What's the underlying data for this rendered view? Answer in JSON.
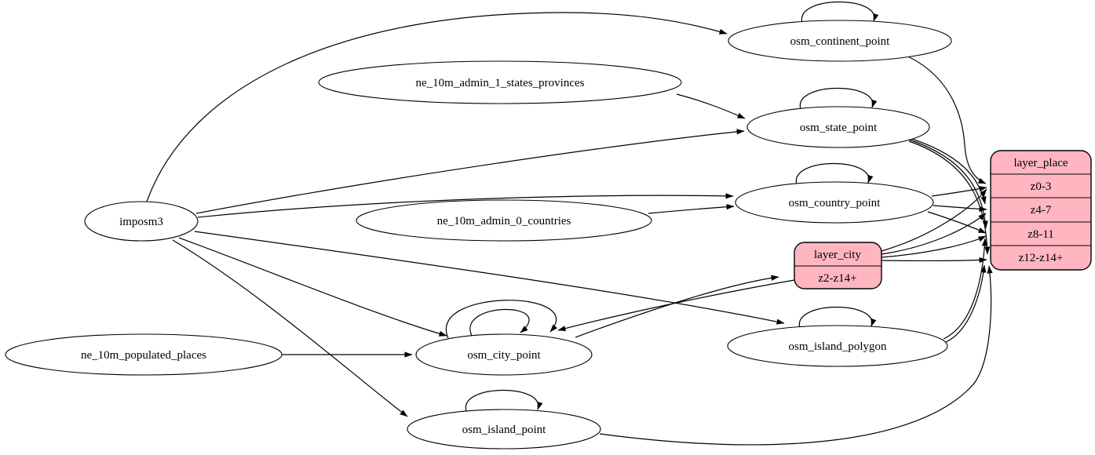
{
  "diagram": {
    "type": "etl-dependency-graph",
    "background_color": "#ffffff",
    "edge_color": "#000000",
    "record_fill_color": "#ffb6c1",
    "nodes": {
      "imposm3": {
        "label": "imposm3",
        "shape": "ellipse"
      },
      "ne_10m_admin_1_states_provinces": {
        "label": "ne_10m_admin_1_states_provinces",
        "shape": "ellipse"
      },
      "ne_10m_admin_0_countries": {
        "label": "ne_10m_admin_0_countries",
        "shape": "ellipse"
      },
      "ne_10m_populated_places": {
        "label": "ne_10m_populated_places",
        "shape": "ellipse"
      },
      "osm_continent_point": {
        "label": "osm_continent_point",
        "shape": "ellipse",
        "self_loops": 1
      },
      "osm_state_point": {
        "label": "osm_state_point",
        "shape": "ellipse",
        "self_loops": 1
      },
      "osm_country_point": {
        "label": "osm_country_point",
        "shape": "ellipse",
        "self_loops": 1
      },
      "osm_city_point": {
        "label": "osm_city_point",
        "shape": "ellipse",
        "self_loops": 2
      },
      "osm_island_polygon": {
        "label": "osm_island_polygon",
        "shape": "ellipse",
        "self_loops": 1
      },
      "osm_island_point": {
        "label": "osm_island_point",
        "shape": "ellipse",
        "self_loops": 1
      }
    },
    "records": {
      "layer_place": {
        "title": "layer_place",
        "rows": [
          "z0-3",
          "z4-7",
          "z8-11",
          "z12-z14+"
        ]
      },
      "layer_city": {
        "title": "layer_city",
        "rows": [
          "z2-z14+"
        ]
      }
    },
    "edges": [
      {
        "from": "imposm3",
        "to": "osm_continent_point"
      },
      {
        "from": "imposm3",
        "to": "osm_state_point"
      },
      {
        "from": "imposm3",
        "to": "osm_country_point"
      },
      {
        "from": "imposm3",
        "to": "osm_city_point"
      },
      {
        "from": "imposm3",
        "to": "osm_island_polygon"
      },
      {
        "from": "imposm3",
        "to": "osm_island_point"
      },
      {
        "from": "ne_10m_admin_1_states_provinces",
        "to": "osm_state_point"
      },
      {
        "from": "ne_10m_admin_0_countries",
        "to": "osm_country_point"
      },
      {
        "from": "ne_10m_populated_places",
        "to": "osm_city_point"
      },
      {
        "from": "osm_continent_point",
        "to": "osm_continent_point"
      },
      {
        "from": "osm_state_point",
        "to": "osm_state_point"
      },
      {
        "from": "osm_country_point",
        "to": "osm_country_point"
      },
      {
        "from": "osm_city_point",
        "to": "osm_city_point"
      },
      {
        "from": "osm_city_point",
        "to": "osm_city_point"
      },
      {
        "from": "osm_island_polygon",
        "to": "osm_island_polygon"
      },
      {
        "from": "osm_island_point",
        "to": "osm_island_point"
      },
      {
        "from": "osm_city_point",
        "to": "layer_city:z2-z14+"
      },
      {
        "from": "layer_city",
        "to": "osm_city_point"
      },
      {
        "from": "layer_city",
        "to": "layer_place:z0-3"
      },
      {
        "from": "layer_city",
        "to": "layer_place:z4-7"
      },
      {
        "from": "layer_city",
        "to": "layer_place:z8-11"
      },
      {
        "from": "layer_city",
        "to": "layer_place:z12-z14+"
      },
      {
        "from": "osm_continent_point",
        "to": "layer_place:z0-3"
      },
      {
        "from": "osm_country_point",
        "to": "layer_place:z0-3"
      },
      {
        "from": "osm_country_point",
        "to": "layer_place:z4-7"
      },
      {
        "from": "osm_country_point",
        "to": "layer_place:z8-11"
      },
      {
        "from": "osm_state_point",
        "to": "layer_place:z4-7"
      },
      {
        "from": "osm_state_point",
        "to": "layer_place:z8-11"
      },
      {
        "from": "osm_state_point",
        "to": "layer_place:z12-z14+"
      },
      {
        "from": "osm_island_polygon",
        "to": "layer_place:z8-11"
      },
      {
        "from": "osm_island_polygon",
        "to": "layer_place:z12-z14+"
      },
      {
        "from": "osm_island_point",
        "to": "layer_place:z12-z14+"
      }
    ]
  }
}
